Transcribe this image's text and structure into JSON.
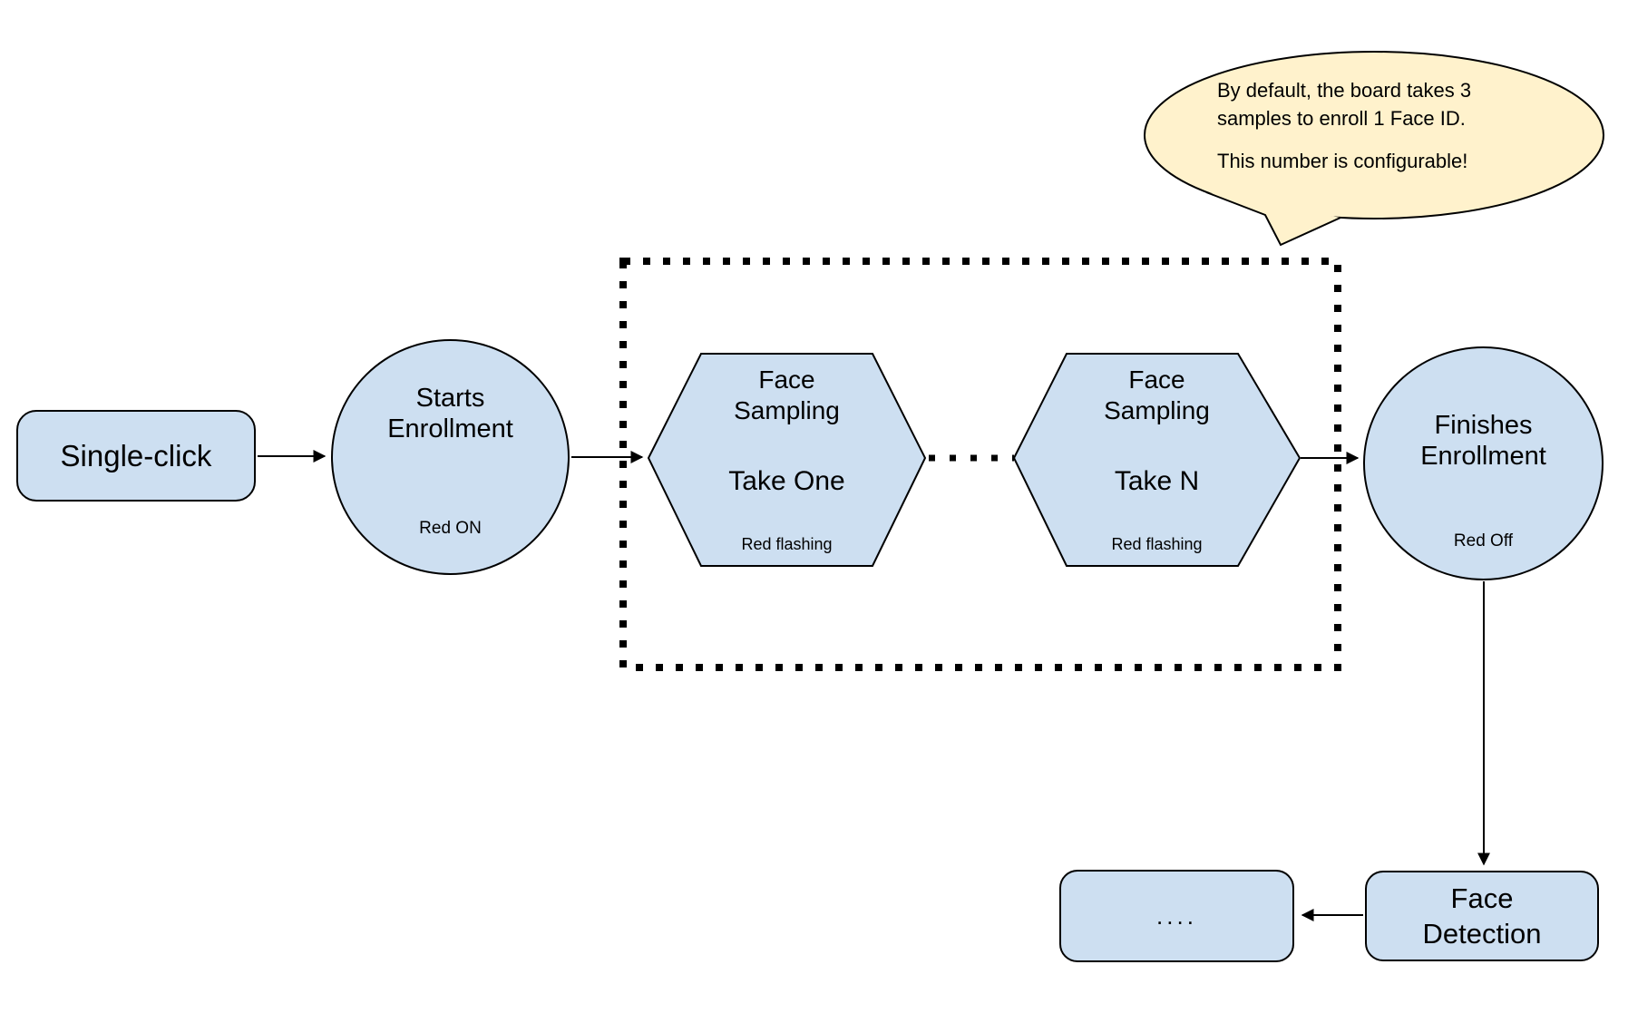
{
  "colors": {
    "node_fill": "#cddff1",
    "node_stroke": "#000000",
    "callout_fill": "#fff2cc",
    "connector": "#000000",
    "bg": "#ffffff"
  },
  "nodes": {
    "single_click": {
      "label": "Single-click"
    },
    "starts_enrollment": {
      "line1": "Starts",
      "line2": "Enrollment",
      "status": "Red ON"
    },
    "face_sampling_one": {
      "line1": "Face",
      "line2": "Sampling",
      "take": "Take One",
      "status": "Red flashing"
    },
    "face_sampling_n": {
      "line1": "Face",
      "line2": "Sampling",
      "take": "Take N",
      "status": "Red flashing"
    },
    "finishes_enrollment": {
      "line1": "Finishes",
      "line2": "Enrollment",
      "status": "Red Off"
    },
    "face_detection": {
      "line1": "Face",
      "line2": "Detection"
    },
    "next": {
      "label": "...."
    }
  },
  "callout": {
    "line1": "By default, the board takes 3",
    "line2": "samples to enroll 1 Face ID.",
    "line3": "This number is configurable!"
  }
}
